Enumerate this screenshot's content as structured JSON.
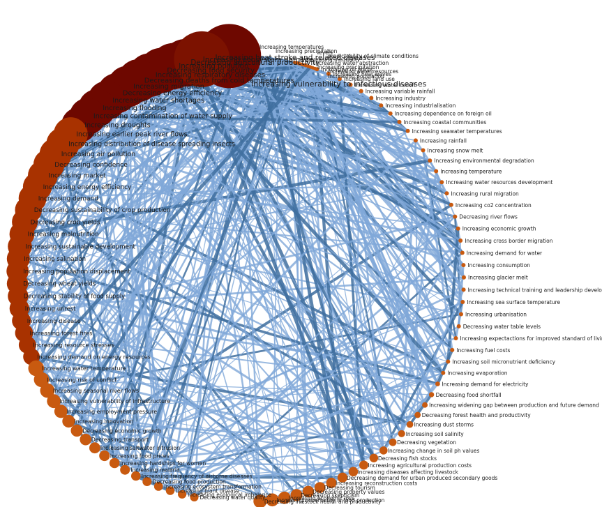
{
  "diagram": {
    "type": "circular-network",
    "colors": {
      "edge_light": "#7fa8d8",
      "edge_dark": "#3f6f9f",
      "node_small": "#c85a10",
      "node_mid": "#a83200",
      "node_large": "#6e0800",
      "label": "#1a1a1a"
    },
    "labels_top": [
      "Increasing temperatures",
      "Increasing precipitation",
      "levels",
      "predictability of climate conditions",
      "Increasing inequality",
      "Increasing water abstraction",
      "Increasing precipitation",
      "Increasing water resources",
      "Increasing population",
      "Increasing vulnerability to infectious diseases"
    ],
    "labels_right": [
      "Increasing oil prices",
      "Increasing heat waves",
      "Increasing land use",
      "Increasing water runoff",
      "Increasing variable rainfall",
      "Increasing industry",
      "Increasing industrialisation",
      "Increasing dependence on foreign oil",
      "Increasing coastal communities",
      "Increasing seawater temperatures",
      "Increasing rainfall",
      "Increasing snow melt",
      "Increasing environmental degradation",
      "Increasing temperature",
      "Increasing water resources development",
      "Increasing rural migration",
      "Increasing co2 concentration",
      "Decreasing river flows",
      "Increasing economic growth",
      "Increasing cross border migration",
      "Increasing demand for water",
      "Increasing consumption",
      "Increasing glacier melt",
      "Increasing technical training and leadership development",
      "Increasing sea surface temperature",
      "Increasing urbanisation",
      "Decreasing water table levels",
      "Increasing expectactions for improved standard of living",
      "Increasing fuel costs",
      "Increasing soil micronutrient deficiency",
      "Increasing evaporation",
      "Increasing demand for electricity",
      "Decreasing food shortfall",
      "Increasing widening gap between production and future demand",
      "Decreasing forest health and productivity",
      "Increasing dust storms",
      "Increasing soil salinity",
      "Decreasing vegetation",
      "Increasing change in soil ph values",
      "Decreasing fish stocks",
      "Increasing agricultural production costs",
      "Increasing diseases affecting livestock",
      "Decreasing demand for urban produced secondary goods",
      "Increasing reconstruction costs",
      "Decreasing tourism",
      "Decreasing property values",
      "Decreasing skepticism",
      "Increasing economic loss",
      "Increasing uncertainty in food production",
      "Decreasing livestock health and productivity"
    ],
    "labels_left": [
      "Increasing heat stroke and related diseases",
      "Increasing ecosystem damage",
      "Decreasing agricultural productivity",
      "Increasing pollution",
      "Decreasing food security",
      "Increasing respiratory diseases",
      "Decreasing deaths from cold temperatures",
      "Increasing migration",
      "Decreasing energy efficiency",
      "Increasing water shortages",
      "Increasing flooding",
      "Increasing contamination of water supply",
      "Increasing droughts",
      "Increasing earlier peak river flows",
      "Increasing distribution of disease spreading insects",
      "Increasing air pollution",
      "Decreasing confidence",
      "Increasing market",
      "Increasing energy efficiency",
      "Increasing demand",
      "Decreasing sustainability of crop production",
      "Decreasing crop yields",
      "Increasing malnutrition",
      "Increasing sustainable development",
      "Increasing salination",
      "Increasing population displacement",
      "Decreasing wheat yields",
      "Decreasing stability of food supply",
      "Increasing unrest",
      "Increasing disease",
      "Increasing forest fires",
      "Increasing resource stresses",
      "Increasing demand on energy resources",
      "Increasing water temperature",
      "Increasing risk of conflict",
      "Increasing seasonal river flows",
      "Increasing vulnerability of infrastructure",
      "Increasing employment pressure",
      "Increasing innovation",
      "Decreasing economic growth",
      "Decreasing transport",
      "Increasing saltwater intrusion",
      "Increasing food prices",
      "Increasing hardships for women",
      "Increasing malaria",
      "Increasing frequency of airborne diseases",
      "Decreasing food production",
      "Increasing ecosystem transformation",
      "Increasing plant disease",
      "Increasing ecological imbalance",
      "Decreasing water quality"
    ]
  }
}
